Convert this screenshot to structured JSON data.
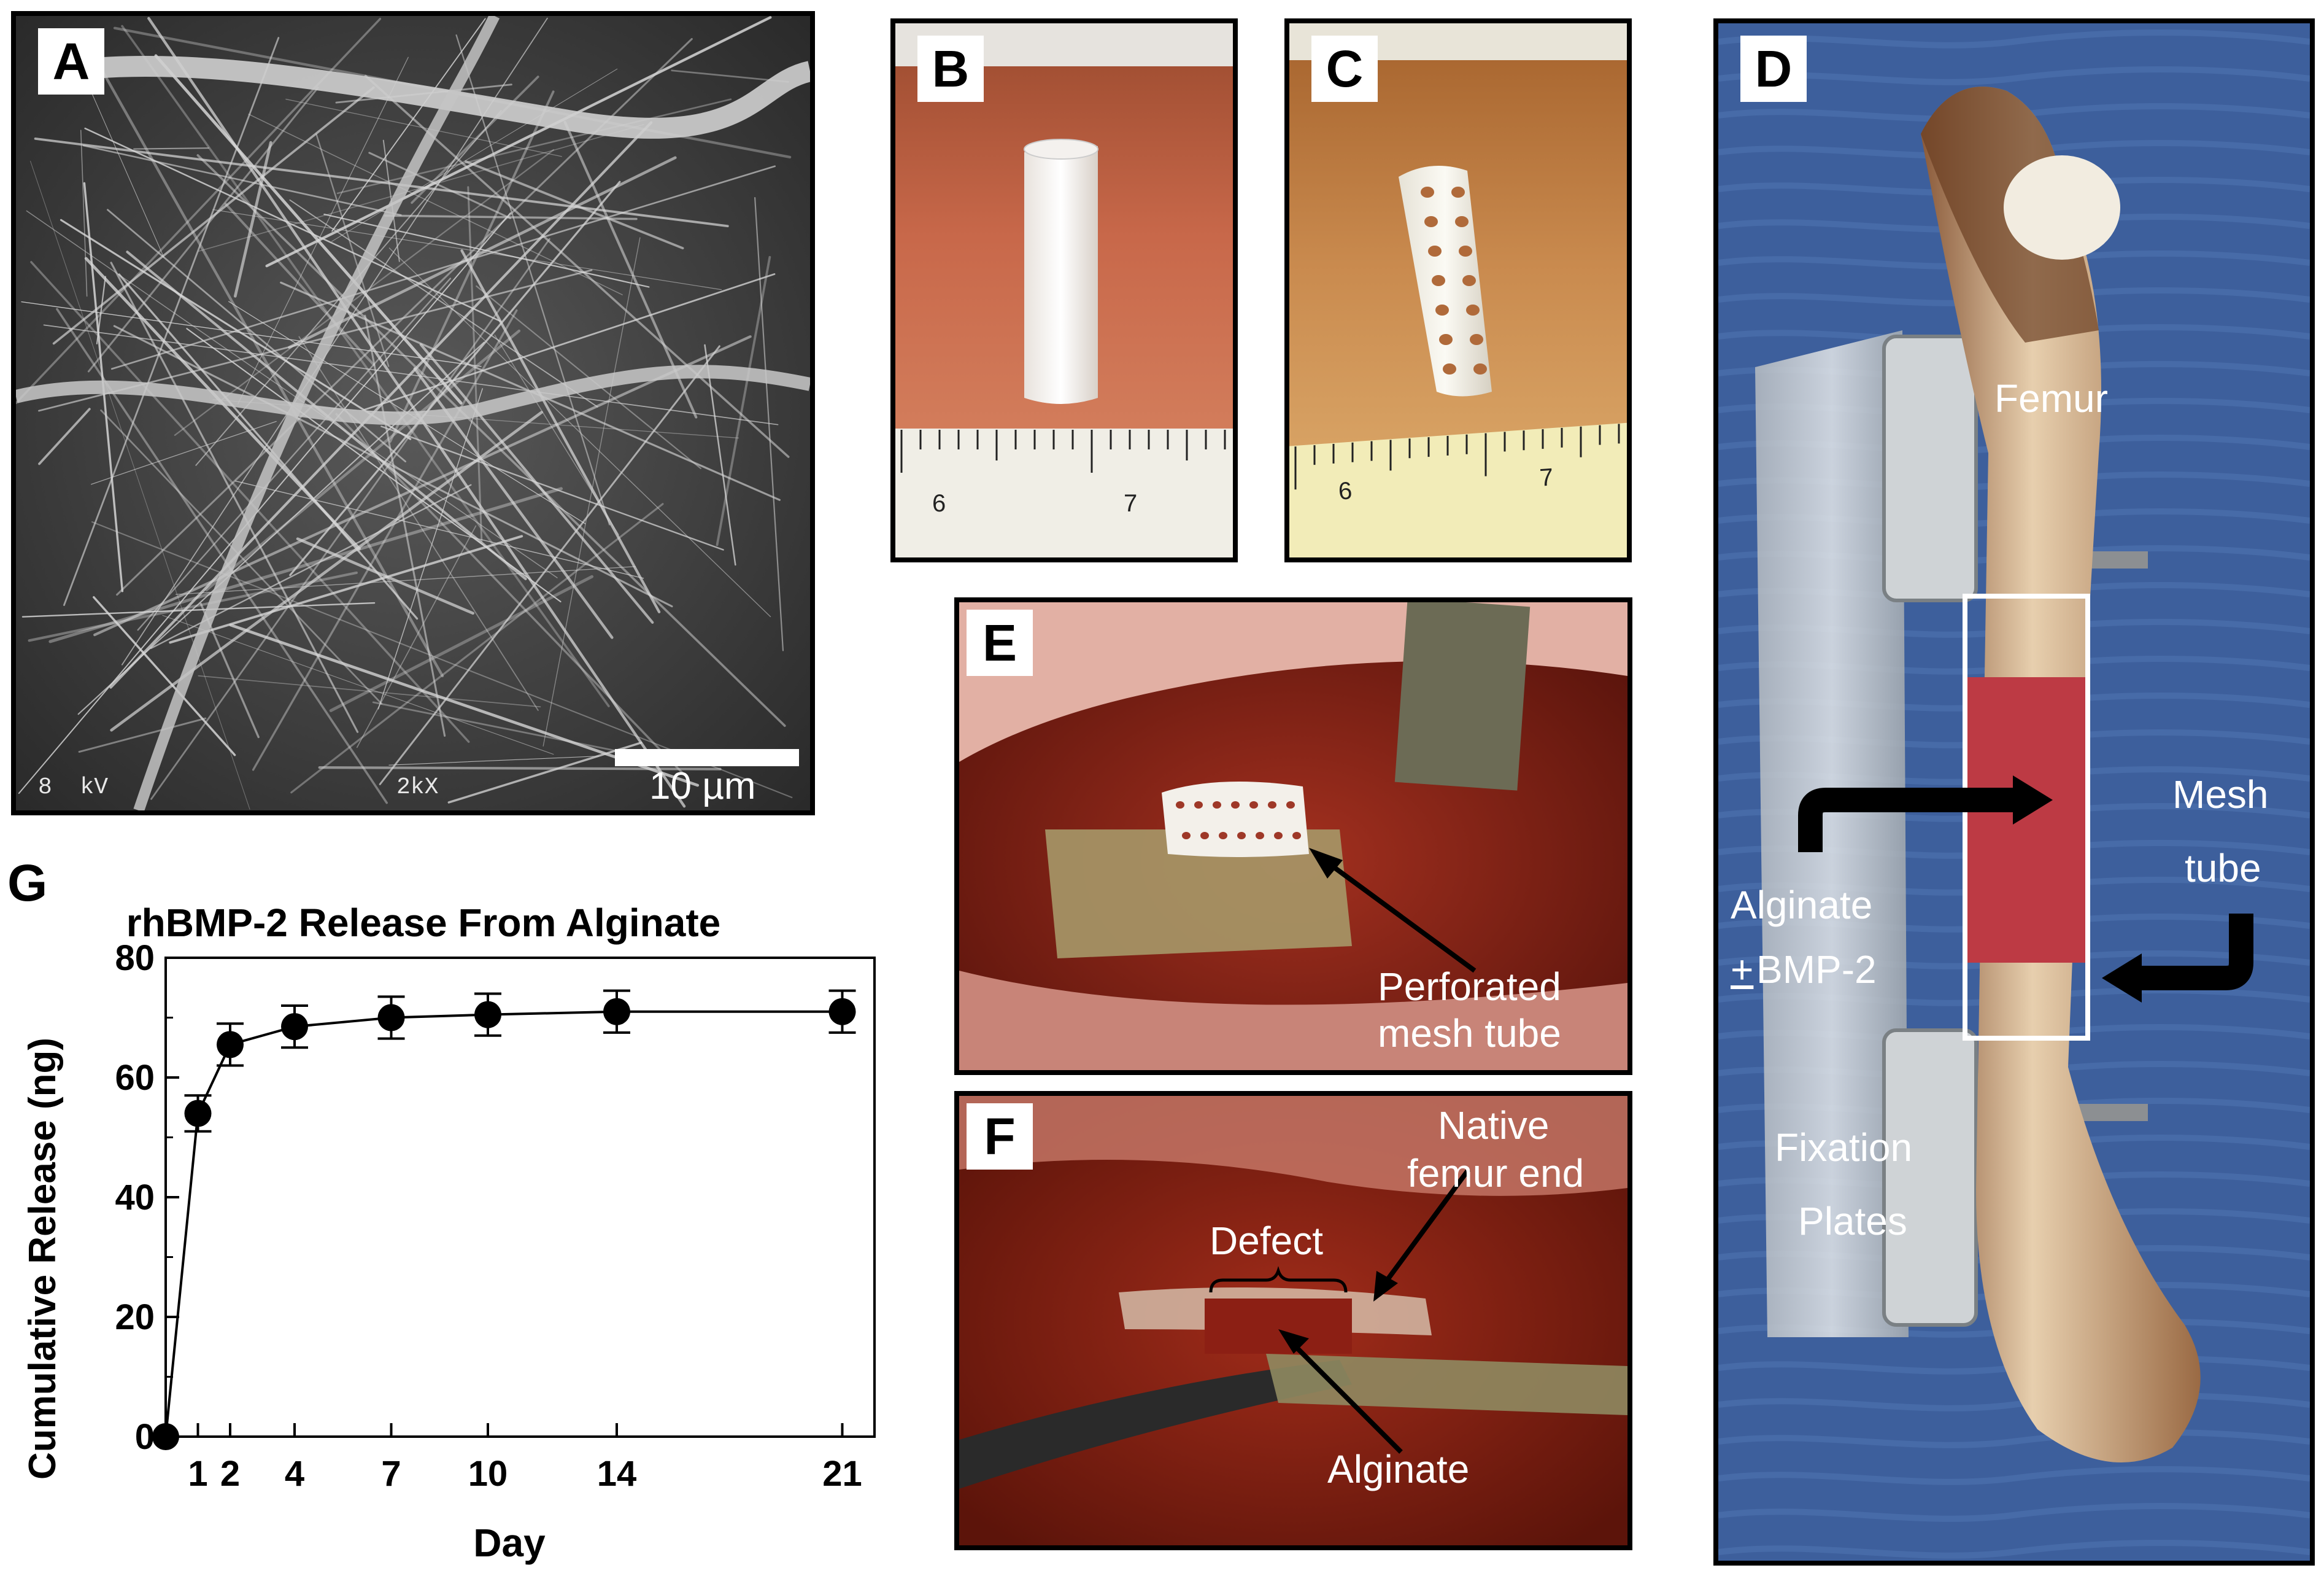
{
  "panels": {
    "A": {
      "label": "A",
      "sem_left": "8  kV",
      "sem_mid": "2kX",
      "scalebar": "10 µm"
    },
    "B": {
      "label": "B",
      "ruler": [
        "6",
        "7"
      ]
    },
    "C": {
      "label": "C",
      "ruler": [
        "6",
        "7"
      ]
    },
    "D": {
      "label": "D",
      "femur": "Femur",
      "mesh": "Mesh",
      "tube": "tube",
      "alginate": "Alginate",
      "bmp_pm": "+",
      "bmp": "BMP-2",
      "fixation": "Fixation",
      "plates": "Plates"
    },
    "E": {
      "label": "E",
      "perforated": "Perforated",
      "mesh_tube": "mesh tube"
    },
    "F": {
      "label": "F",
      "native": "Native",
      "femur_end": "femur end",
      "defect": "Defect",
      "alginate": "Alginate"
    },
    "G": {
      "label": "G"
    }
  },
  "colors": {
    "alginate_block": "#bd3a44",
    "tissue": "#b8412f",
    "panel_d_bg": "#3d5f9c"
  },
  "chart_data": {
    "type": "line",
    "title": "rhBMP-2 Release From Alginate",
    "xlabel": "Day",
    "ylabel": "Cumulative Release (ng)",
    "x_ticks": [
      "1",
      "2",
      "4",
      "7",
      "10",
      "14",
      "21"
    ],
    "y_ticks": [
      "0",
      "20",
      "40",
      "60",
      "80"
    ],
    "ylim": [
      0,
      80
    ],
    "xlim": [
      0,
      22
    ],
    "grid": false,
    "series": [
      {
        "x": [
          0,
          1,
          2,
          4,
          7,
          10,
          14,
          21
        ],
        "y": [
          0,
          54,
          65.5,
          68.5,
          70,
          70.5,
          71,
          71
        ],
        "err": [
          0,
          3,
          3.5,
          3.5,
          3.5,
          3.5,
          3.5,
          3.5
        ]
      }
    ]
  }
}
